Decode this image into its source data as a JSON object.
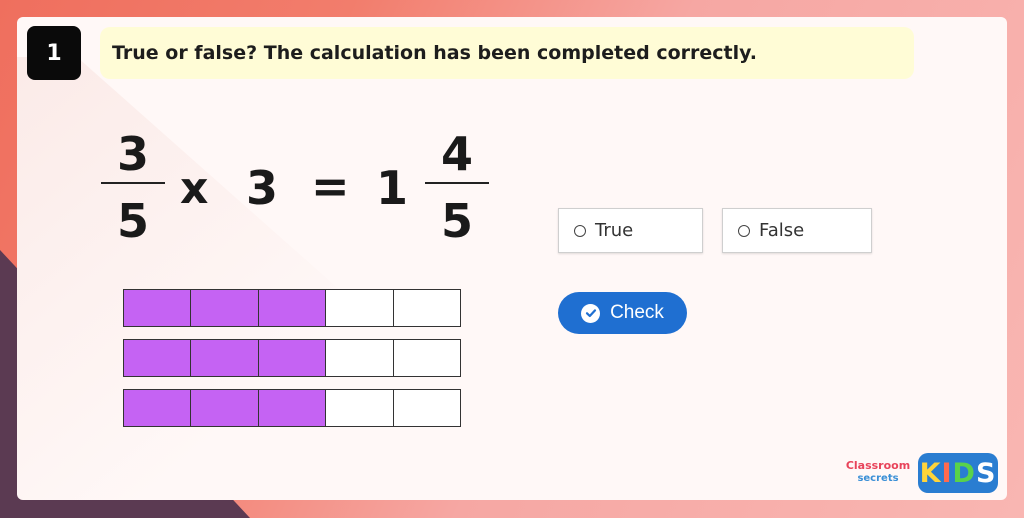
{
  "question": {
    "number": "1",
    "prompt": "True or false? The calculation has been completed correctly."
  },
  "equation": {
    "fraction1_numerator": "3",
    "fraction1_denominator": "5",
    "operator": "x",
    "multiplier": "3",
    "equals": "=",
    "result_whole": "1",
    "result_numerator": "4",
    "result_denominator": "5"
  },
  "bar_model": {
    "bars": [
      {
        "cells": 5,
        "filled": 3
      },
      {
        "cells": 5,
        "filled": 3
      },
      {
        "cells": 5,
        "filled": 3
      }
    ],
    "fill_color": "#c563f3"
  },
  "options": [
    {
      "label": "True"
    },
    {
      "label": "False"
    }
  ],
  "check_button": {
    "label": "Check",
    "icon": "check-circle-icon",
    "color": "#1f6fd1"
  },
  "branding": {
    "classroom_line1": "Classroom",
    "classroom_line2": "secrets",
    "kids_letters": [
      "K",
      "I",
      "D",
      "S"
    ]
  },
  "colors": {
    "background_coral": "#f6a7a3",
    "background_dark": "#5b3a52",
    "prompt_background": "#fffcd6"
  }
}
